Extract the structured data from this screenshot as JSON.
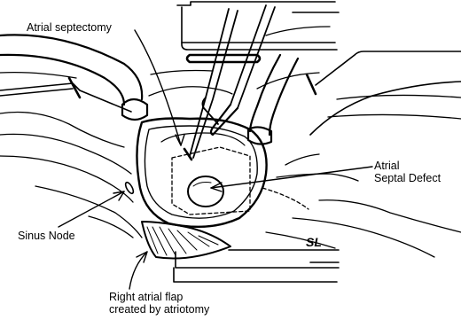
{
  "labels": {
    "atrial_septectomy": "Atrial septectomy",
    "atrial_septal_defect": "Atrial\nSeptal Defect",
    "sinus_node": "Sinus Node",
    "right_atrial_flap": "Right atrial flap\ncreated by atriotomy"
  },
  "signature": "SL",
  "colors": {
    "ink": "#000000",
    "paper": "#ffffff"
  }
}
